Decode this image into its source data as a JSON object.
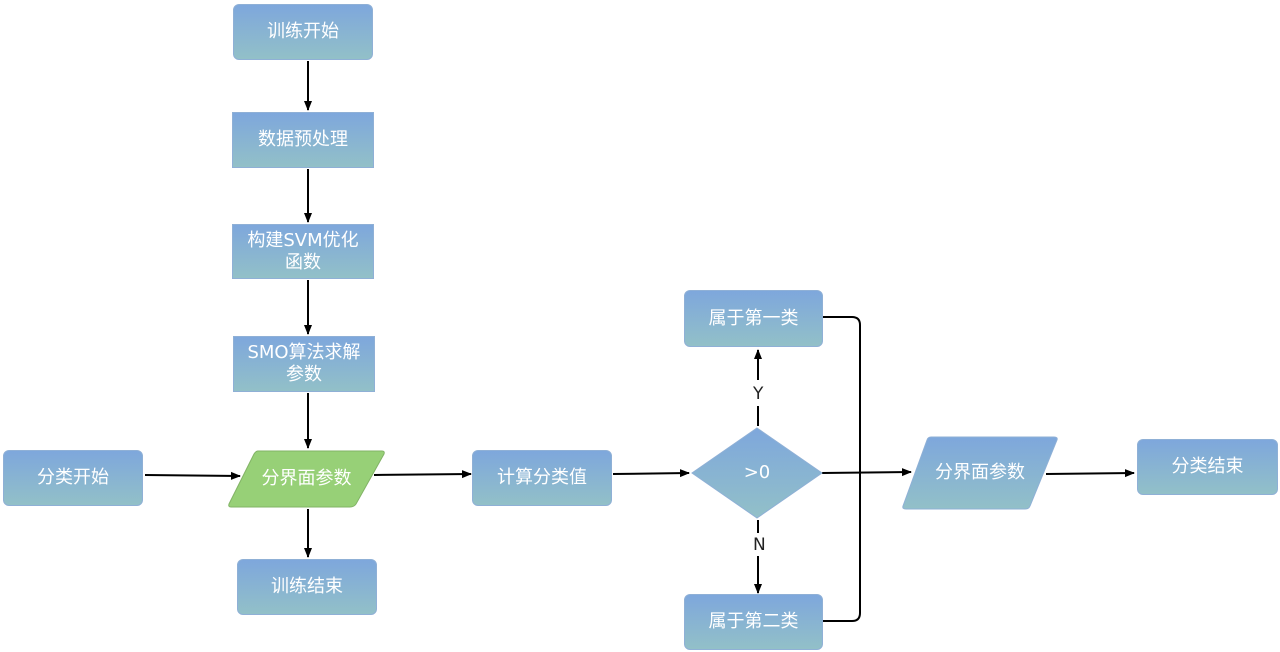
{
  "colors": {
    "node_gradient_top": "#7ea7dc",
    "node_gradient_bottom": "#92c0c8",
    "highlight_fill": "#97d077",
    "arrow": "#000000"
  },
  "nodes": {
    "train_start": "训练开始",
    "preprocess": "数据预处理",
    "build_svm_1": "构建SVM优化",
    "build_svm_2": "函数",
    "smo_1": "SMO算法求解",
    "smo_2": "参数",
    "boundary_params_left": "分界面参数",
    "train_end": "训练结束",
    "classify_start": "分类开始",
    "compute_value": "计算分类值",
    "decision": ">0",
    "class_one": "属于第一类",
    "class_two": "属于第二类",
    "boundary_params_right": "分界面参数",
    "classify_end": "分类结束"
  },
  "edge_labels": {
    "yes": "Y",
    "no": "N"
  }
}
